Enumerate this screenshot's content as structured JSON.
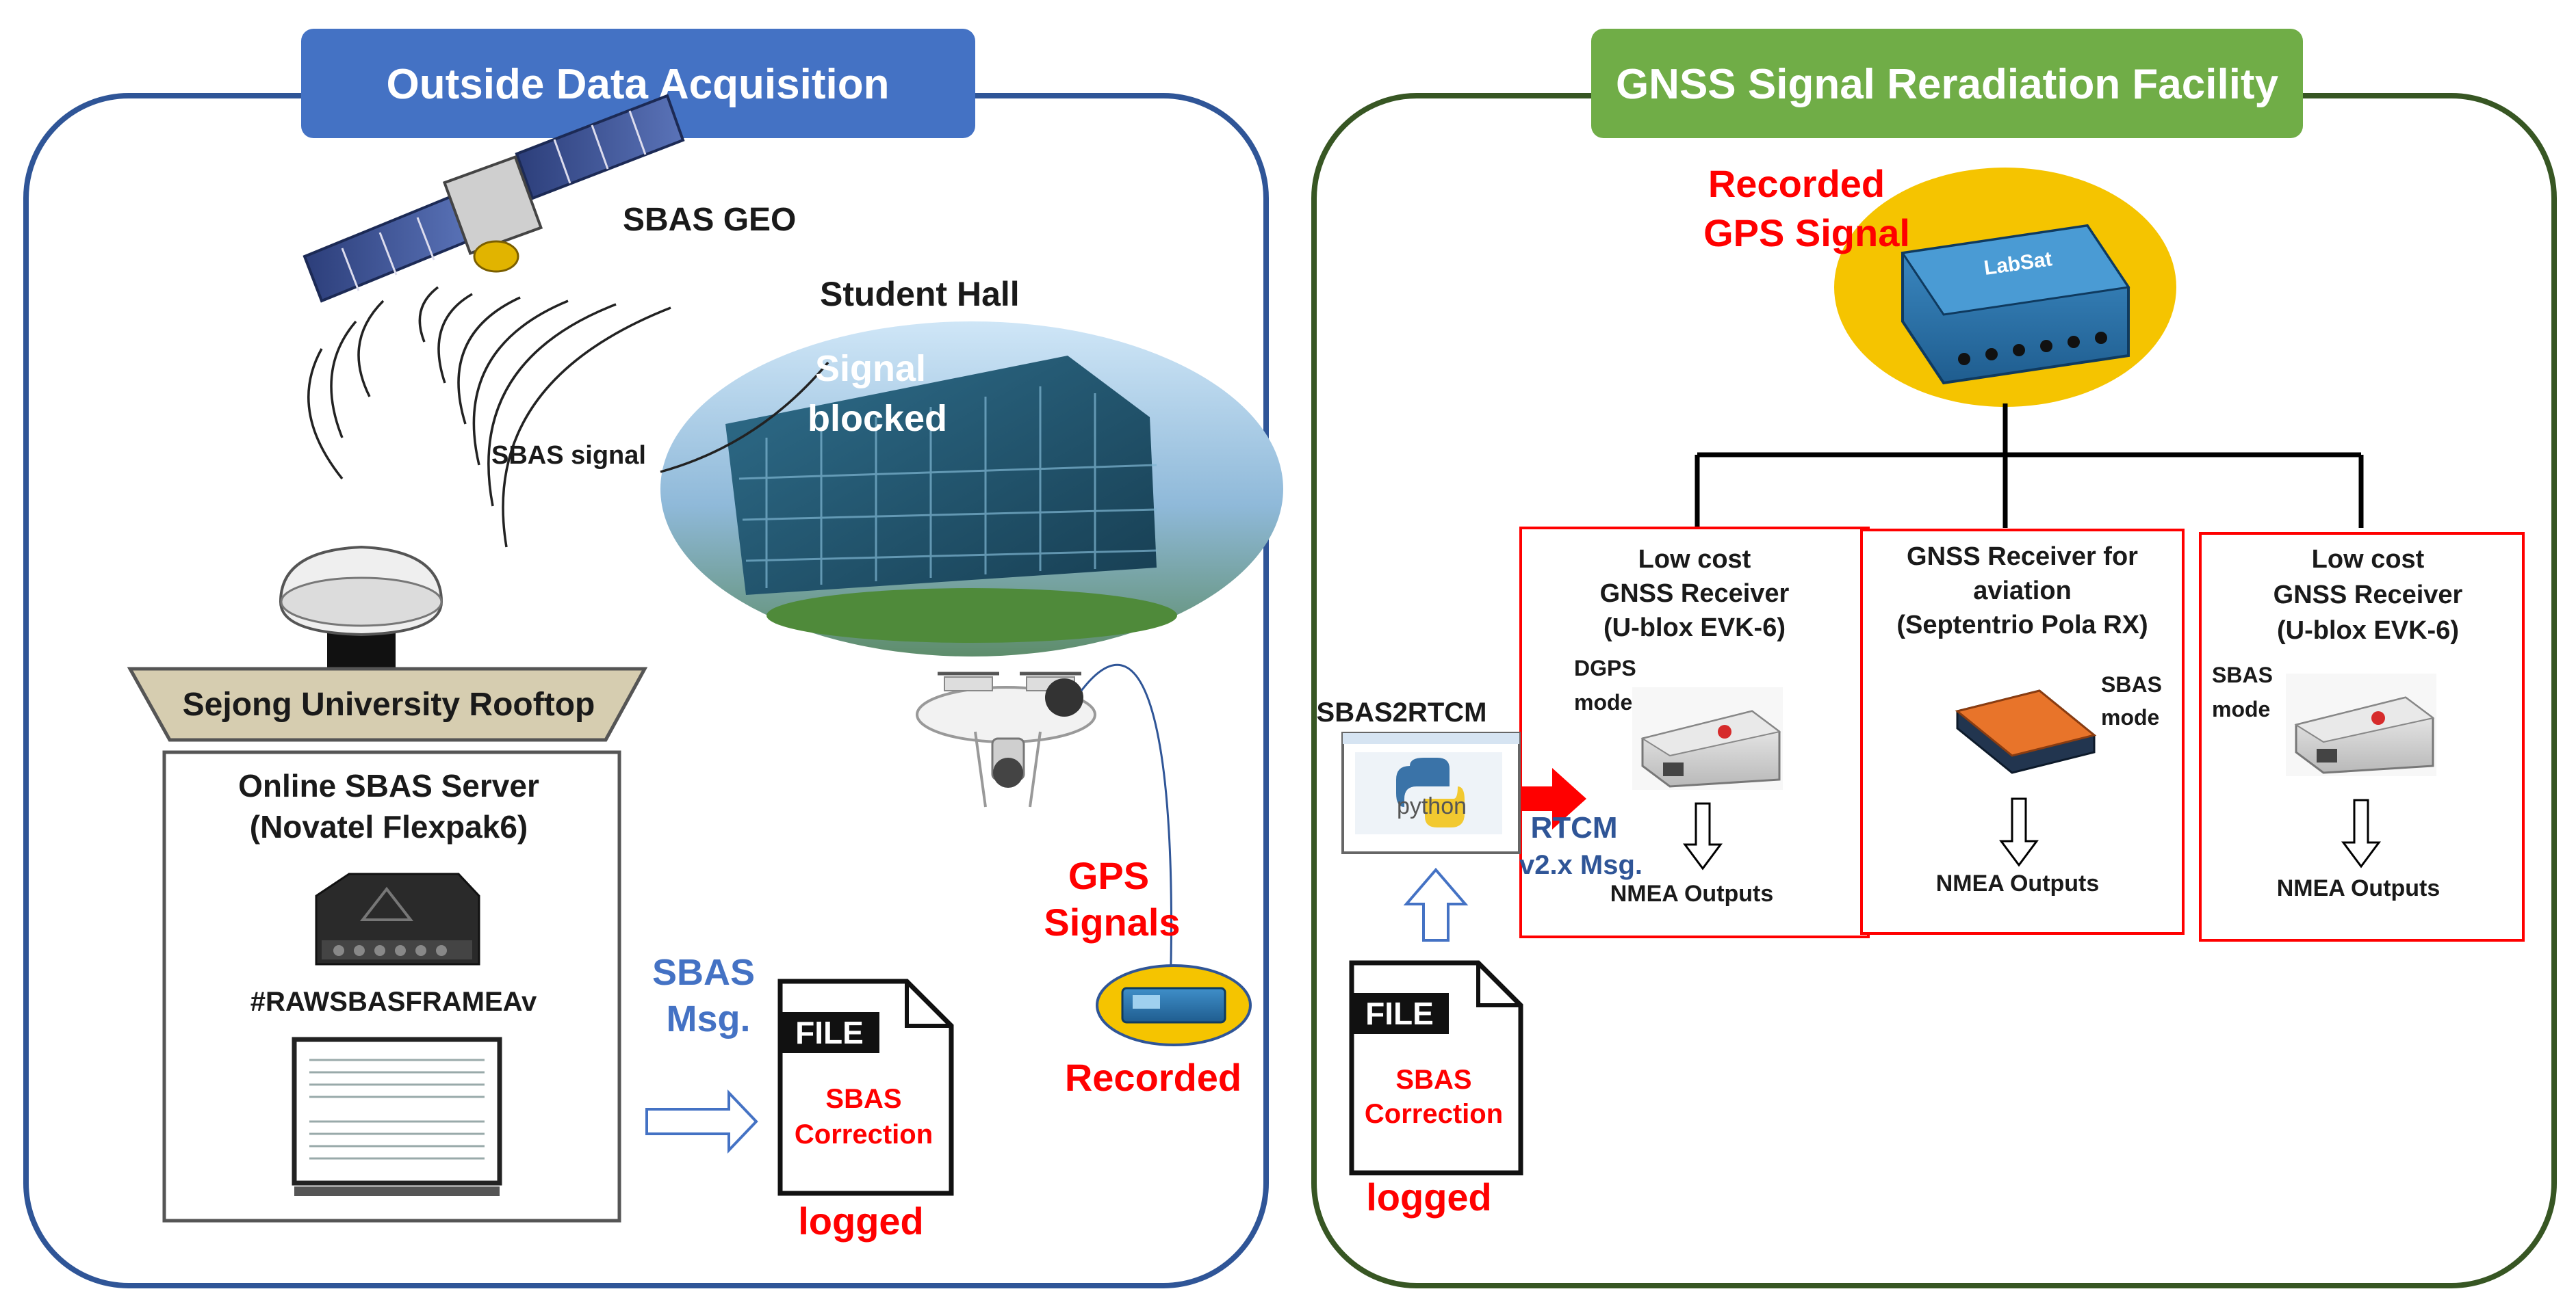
{
  "left_panel": {
    "title": "Outside Data Acquisition",
    "title_color": "#4472C4",
    "border_color": "#2F5597",
    "sbas_geo_label": "SBAS GEO",
    "student_hall_label": "Student Hall",
    "signal_blocked_label_line1": "Signal",
    "signal_blocked_label_line2": "blocked",
    "sbas_signal_label": "SBAS signal",
    "rooftop_label": "Sejong University Rooftop",
    "server_title_line1": "Online SBAS Server",
    "server_title_line2": "(Novatel Flexpak6)",
    "rawframe_label": "#RAWSBASFRAMEAv",
    "sbas_msg_line1": "SBAS",
    "sbas_msg_line2": "Msg.",
    "file_label": "FILE",
    "file_content_line1": "SBAS",
    "file_content_line2": "Correction",
    "logged_label": "logged",
    "gps_signals_line1": "GPS",
    "gps_signals_line2": "Signals",
    "recorded_label": "Recorded"
  },
  "right_panel": {
    "title": "GNSS Signal Reradiation Facility",
    "title_color": "#70AD47",
    "border_color": "#375623",
    "recorded_gps_line1": "Recorded",
    "recorded_gps_line2": "GPS Signal",
    "device_logo": "LabSat",
    "sbas2rtcm_label": "SBAS2RTCM",
    "python_label": "python",
    "rtcm_line1": "RTCM",
    "rtcm_line2": "v2.x Msg.",
    "file_label": "FILE",
    "file_content_line1": "SBAS",
    "file_content_line2": "Correction",
    "logged_label": "logged",
    "receivers": [
      {
        "line1": "Low cost",
        "line2": "GNSS Receiver",
        "line3": "(U-blox EVK-6)",
        "mode_line1": "DGPS",
        "mode_line2": "mode",
        "output": "NMEA Outputs"
      },
      {
        "line1": "GNSS Receiver for",
        "line2": "aviation",
        "line3": "(Septentrio Pola RX)",
        "mode_line1": "SBAS",
        "mode_line2": "mode",
        "output": "NMEA Outputs"
      },
      {
        "line1": "Low cost",
        "line2": "GNSS Receiver",
        "line3": "(U-blox EVK-6)",
        "mode_line1": "SBAS",
        "mode_line2": "mode",
        "output": "NMEA Outputs"
      }
    ]
  },
  "colors": {
    "red_text": "#FF0000",
    "blue_text": "#4472C4",
    "dark_text": "#1a1a1a",
    "receiver_border": "#FF0000",
    "ellipse_gold": "#F5C400"
  }
}
